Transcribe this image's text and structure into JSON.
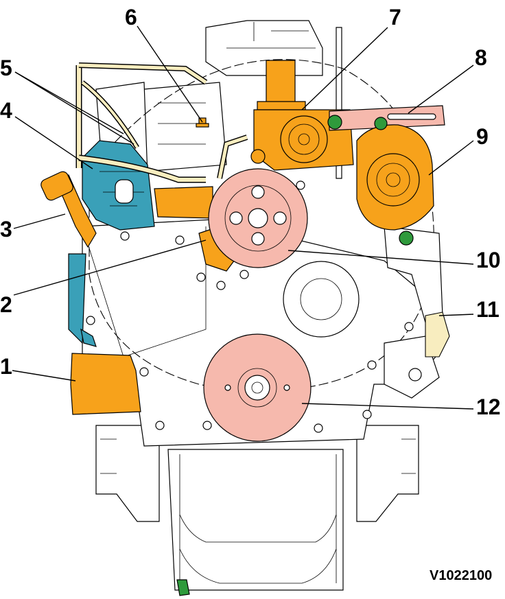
{
  "figure": {
    "reference_code": "V1022100",
    "callouts": [
      {
        "number": "1"
      },
      {
        "number": "2"
      },
      {
        "number": "3"
      },
      {
        "number": "4"
      },
      {
        "number": "5"
      },
      {
        "number": "6"
      },
      {
        "number": "7"
      },
      {
        "number": "8"
      },
      {
        "number": "9"
      },
      {
        "number": "10"
      },
      {
        "number": "11"
      },
      {
        "number": "12"
      }
    ]
  },
  "colors": {
    "highlight_orange": "#f7a21b",
    "pulley_pink": "#f6b9ad",
    "pump_blue": "#3aa0b8",
    "fuel_line_cream": "#f8edbf",
    "bolt_green": "#2f9a3c",
    "line_black": "#000000"
  }
}
